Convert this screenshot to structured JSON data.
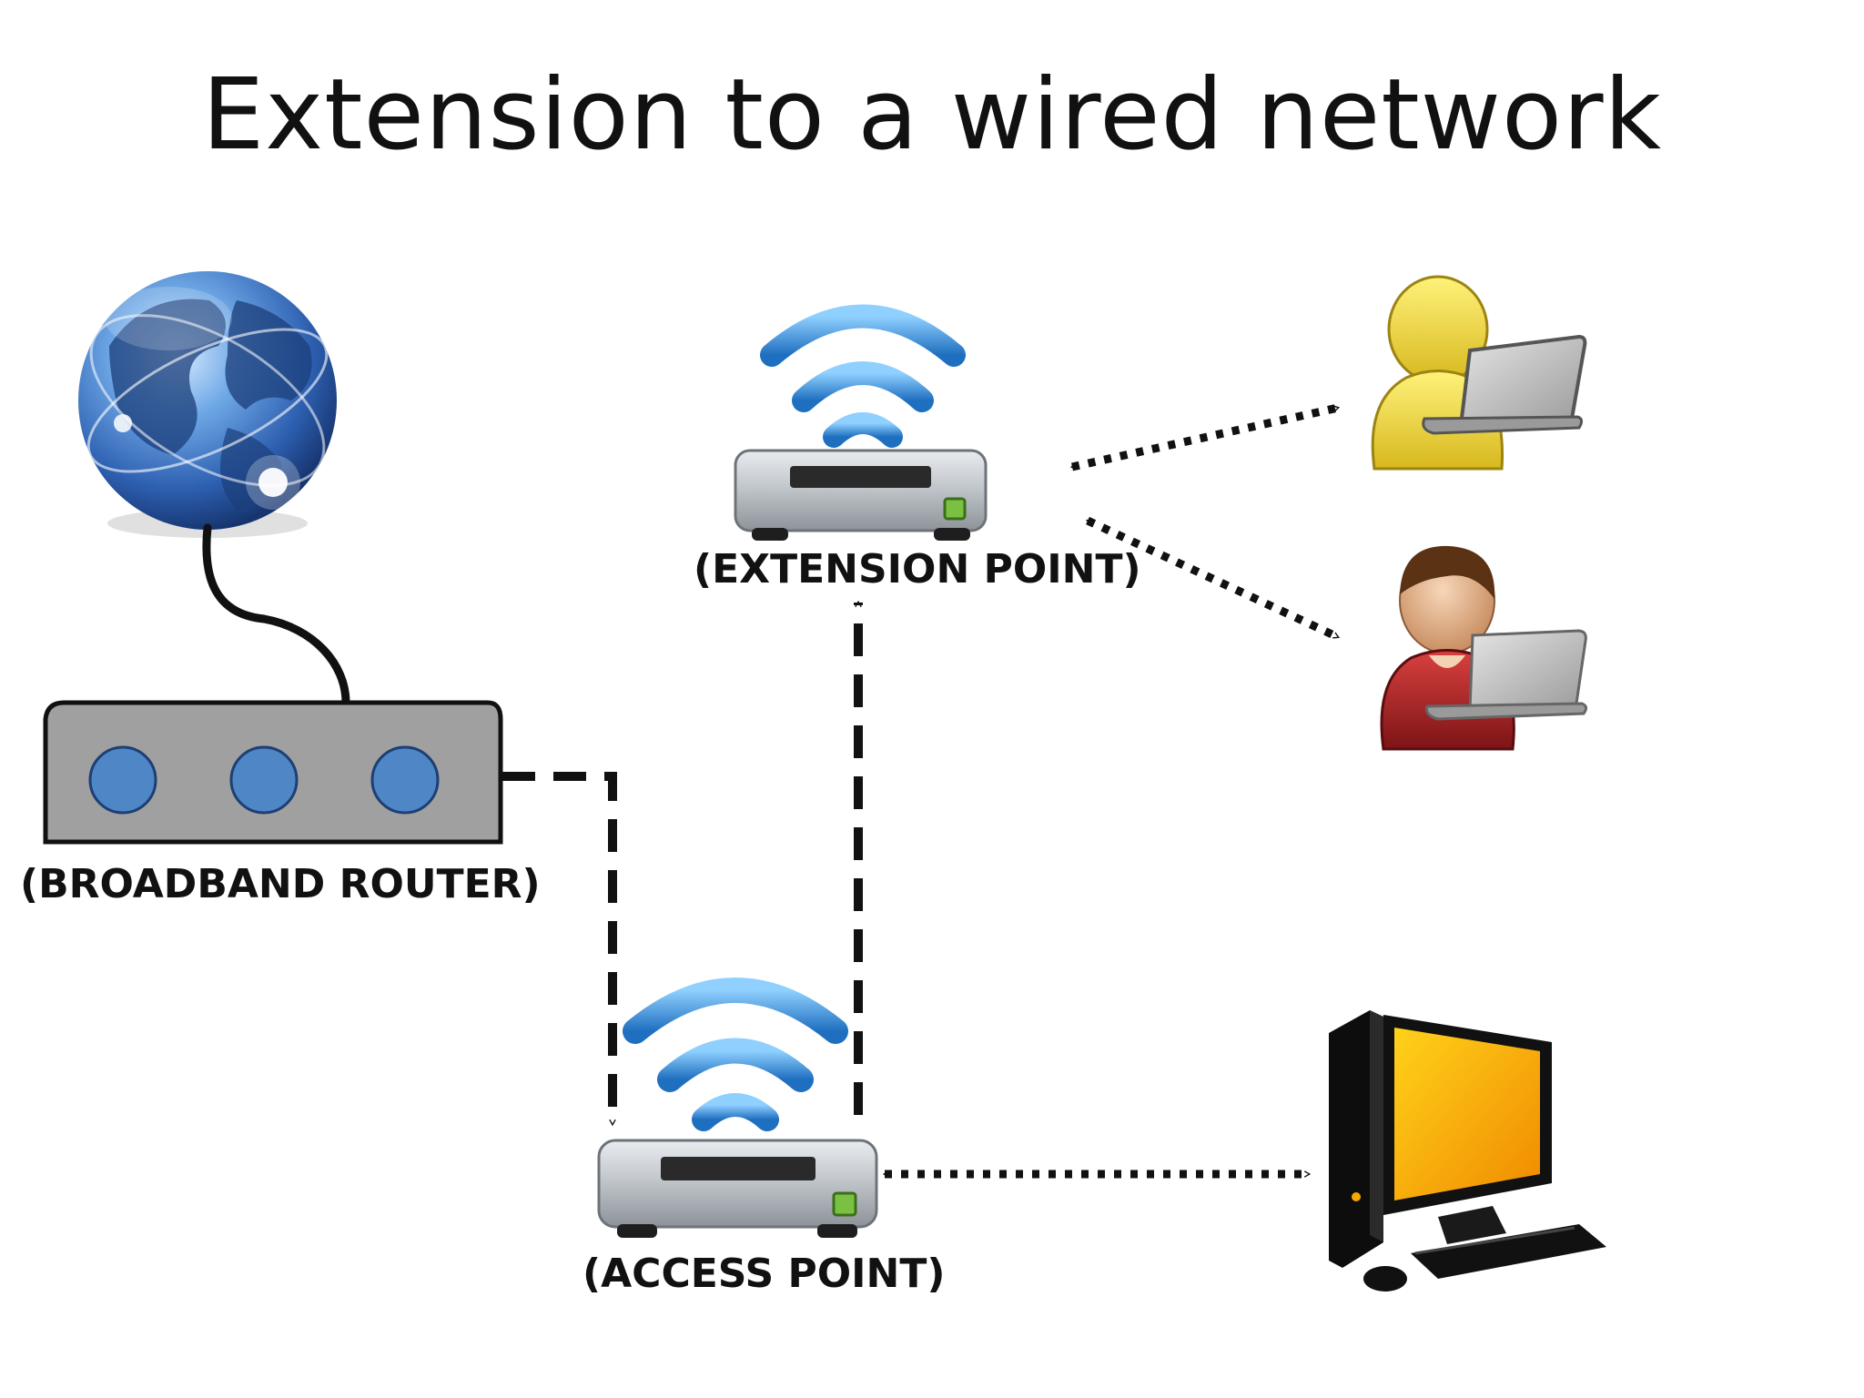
{
  "slide": {
    "title": "Extension to a wired network"
  },
  "nodes": {
    "internet": {
      "icon": "globe-icon"
    },
    "router": {
      "label": "(BROADBAND ROUTER)",
      "icon": "router-icon",
      "port_count": 3
    },
    "extension_point": {
      "label": "(EXTENSION POINT)",
      "icon": "wireless-access-point-icon"
    },
    "access_point": {
      "label": "(ACCESS POINT)",
      "icon": "wireless-access-point-icon"
    },
    "user_1": {
      "icon": "user-with-laptop-icon",
      "color": "#E8D43A"
    },
    "user_2": {
      "icon": "user-with-laptop-icon",
      "color": "#B3262A"
    },
    "desktop": {
      "icon": "desktop-computer-icon",
      "color": "#F7A800"
    }
  },
  "connections": [
    {
      "from": "internet",
      "to": "router",
      "style": "solid-cable"
    },
    {
      "from": "router",
      "to": "access_point",
      "style": "dashed",
      "arrow": "end"
    },
    {
      "from": "access_point",
      "to": "extension_point",
      "style": "dashed",
      "arrow": "end"
    },
    {
      "from": "extension_point",
      "to": "user_1",
      "style": "dotted",
      "arrow": "both"
    },
    {
      "from": "extension_point",
      "to": "user_2",
      "style": "dotted",
      "arrow": "both"
    },
    {
      "from": "access_point",
      "to": "desktop",
      "style": "dotted",
      "arrow": "both"
    }
  ],
  "colors": {
    "wifi_waves": "#3A8FD6",
    "router_body": "#A0A0A0",
    "router_ports": "#4F86C6",
    "device_body": "#BFC4C8",
    "text": "#111111"
  }
}
